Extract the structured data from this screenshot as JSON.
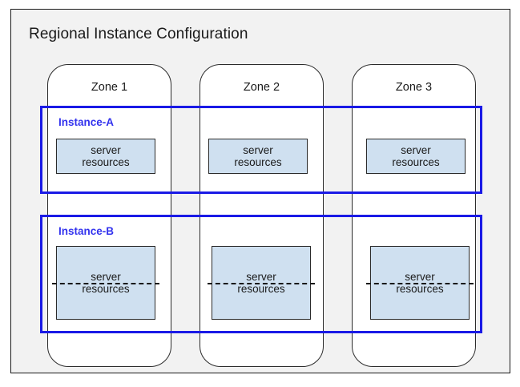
{
  "region": {
    "title": "Regional Instance Configuration"
  },
  "zones": [
    {
      "label": "Zone 1"
    },
    {
      "label": "Zone 2"
    },
    {
      "label": "Zone 3"
    }
  ],
  "instances": [
    {
      "label": "Instance-A",
      "resources": [
        {
          "line1": "server",
          "line2": "resources"
        },
        {
          "line1": "server",
          "line2": "resources"
        },
        {
          "line1": "server",
          "line2": "resources"
        }
      ]
    },
    {
      "label": "Instance-B",
      "resources": [
        {
          "line1": "server",
          "line2": "resources"
        },
        {
          "line1": "server",
          "line2": "resources"
        },
        {
          "line1": "server",
          "line2": "resources"
        }
      ]
    }
  ],
  "colors": {
    "instance_border": "#1a1ae6",
    "instance_label": "#3333ee",
    "resource_fill": "#cfe0f0",
    "frame_bg": "#f2f2f2",
    "zone_bg": "#ffffff",
    "outline": "#1a1a1a"
  }
}
